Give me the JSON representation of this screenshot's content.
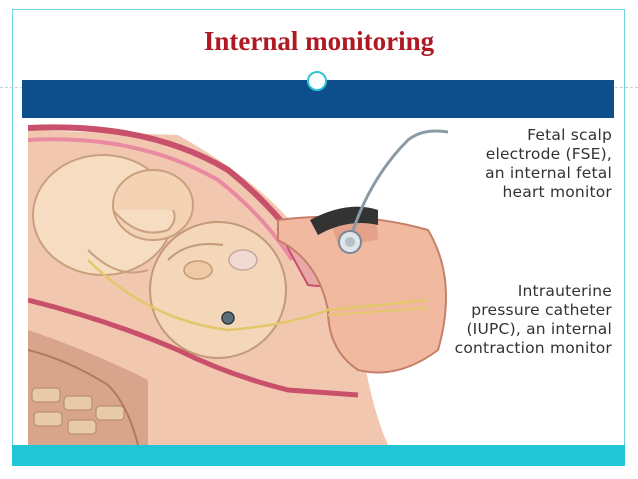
{
  "slide": {
    "title": "Internal monitoring"
  },
  "figure": {
    "label_fse": [
      "Fetal scalp",
      "electrode (FSE),",
      "an internal fetal",
      "heart monitor"
    ],
    "label_iupc": [
      "Intrauterine",
      "pressure catheter",
      "(IUPC), an internal",
      "contraction monitor"
    ]
  },
  "colors": {
    "title": "#b01822",
    "band": "#0d4f8c",
    "accent": "#21c5d6"
  }
}
